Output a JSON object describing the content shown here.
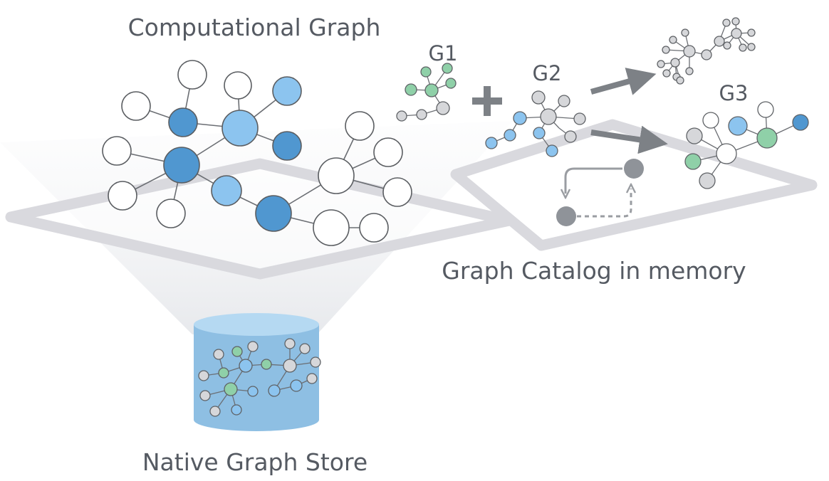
{
  "labels": {
    "computational_graph": "Computational Graph",
    "graph_catalog": "Graph Catalog in memory",
    "native_store": "Native Graph Store",
    "g1": "G1",
    "g2": "G2",
    "g3": "G3"
  },
  "icons": {
    "plus": "plus-icon",
    "arrow_right": "arrow-right-icon",
    "cycle_arrows": "cycle-arrows-icon",
    "database": "database-cylinder-icon"
  },
  "colors": {
    "node_white": "#ffffff",
    "node_light_blue": "#8cc4ef",
    "node_dark_blue": "#5097d0",
    "node_green": "#8fd0a8",
    "node_gray": "#d6d7da",
    "node_dark_gray": "#8f9399",
    "plane_stroke": "#d9d9de",
    "cylinder_body": "#8ebfe3",
    "cylinder_top": "#b5d9f2",
    "cone_gradient": "#e9ebee",
    "arrow": "#7d8186",
    "label_text": "#555a62"
  }
}
